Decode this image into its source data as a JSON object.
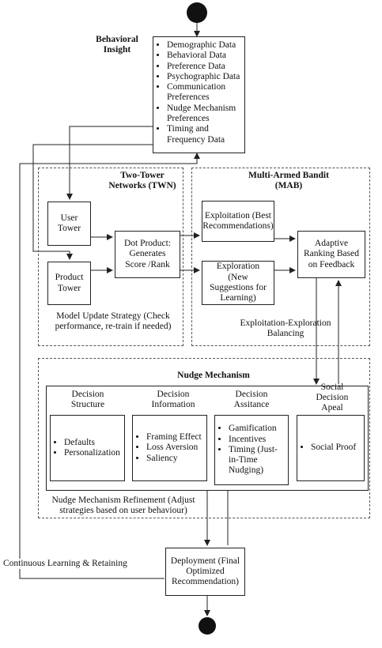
{
  "behavioral": {
    "title": "Behavioral Insight",
    "items": [
      "Demographic Data",
      "Behavioral Data",
      "Preference Data",
      "Psychographic Data",
      "Communication Preferences",
      "Nudge Mechanism Preferences",
      "Timing and Frequency Data"
    ]
  },
  "twn": {
    "title": "Two-Tower Networks (TWN)",
    "user_tower": "User Tower",
    "product_tower": "Product Tower",
    "dot_product": "Dot Product: Generates Score /Rank",
    "update_strategy": "Model Update Strategy (Check performance, re-train if needed)"
  },
  "mab": {
    "title": "Multi-Armed Bandit (MAB)",
    "exploitation": "Exploitation (Best Recommendations)",
    "exploration": "Exploration (New Suggestions for Learning)",
    "adaptive": "Adaptive Ranking Based on Feedback",
    "balancing": "Exploitation-Exploration Balancing"
  },
  "nudge": {
    "title": "Nudge Mechanism",
    "columns": [
      {
        "heading": "Decision Structure",
        "items": [
          "Defaults",
          "Personalization"
        ]
      },
      {
        "heading": "Decision Information",
        "items": [
          "Framing Effect",
          "Loss Aversion",
          "Saliency"
        ]
      },
      {
        "heading": "Decision Assitance",
        "items": [
          "Gamification",
          "Incentives",
          "Timing (Just-in-Time Nudging)"
        ]
      },
      {
        "heading": "Social Decision Apeal",
        "items": [
          "Social Proof"
        ]
      }
    ],
    "refinement": "Nudge Mechanism Refinement (Adjust strategies based on user behaviour)"
  },
  "continuous_learning": "Continuous Learning & Retaining",
  "deployment": "Deployment (Final Optimized Recommendation)"
}
